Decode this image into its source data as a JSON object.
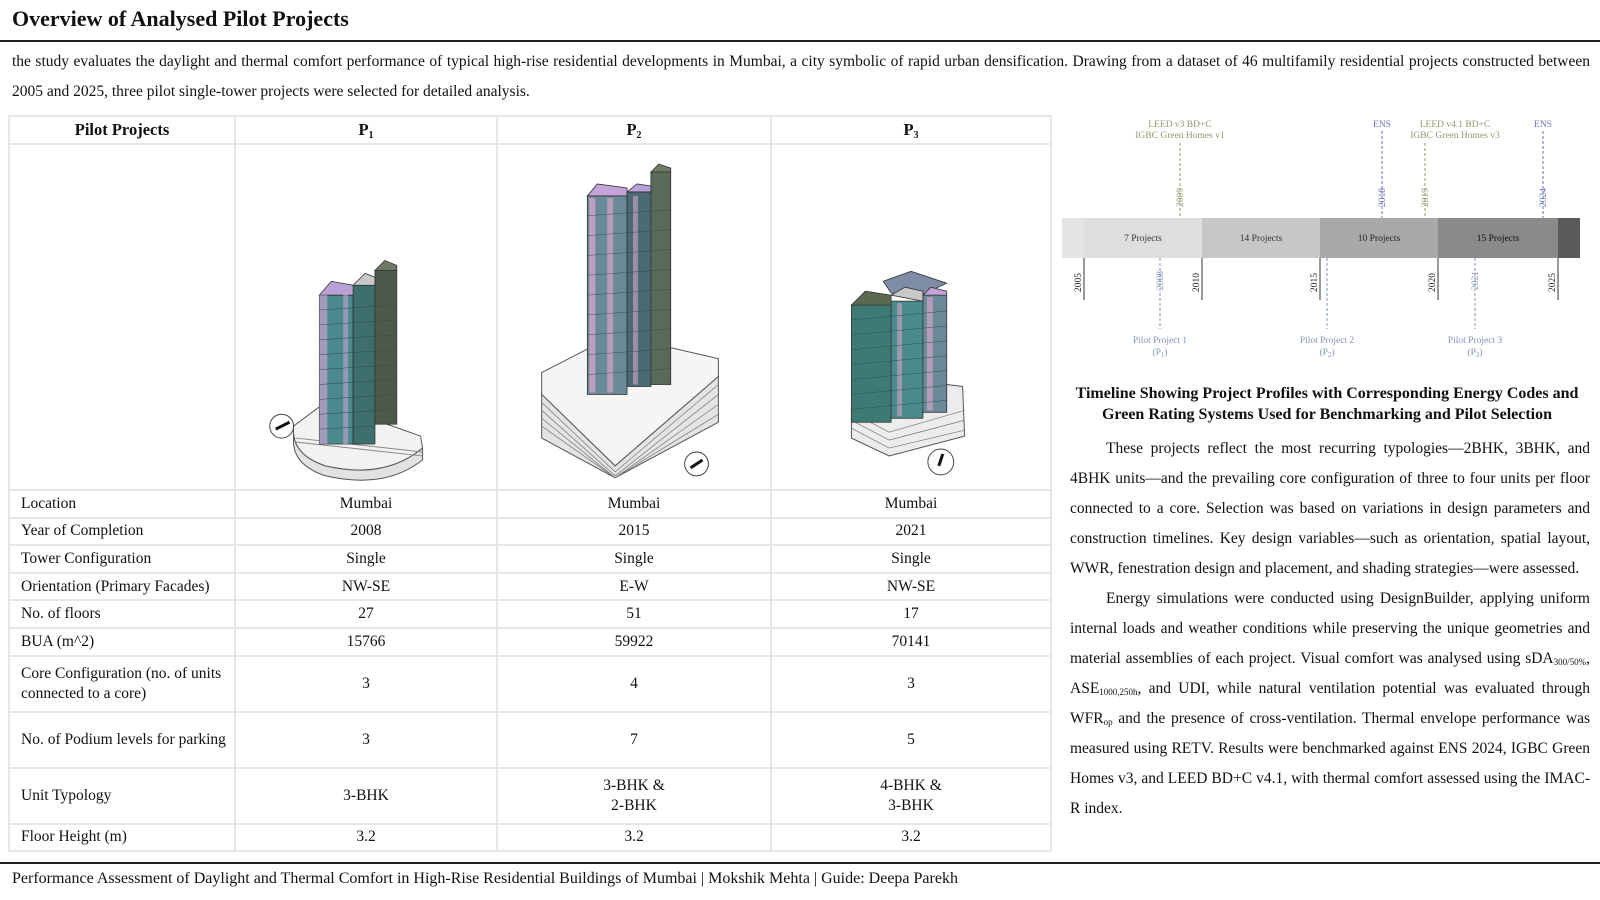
{
  "page": {
    "title": "Overview of Analysed Pilot Projects",
    "intro": "the study evaluates the daylight and thermal comfort performance of typical high-rise residential developments in Mumbai, a city symbolic of rapid urban densification. Drawing from a dataset of 46 multifamily residential projects constructed between 2005 and 2025, three pilot single-tower projects were selected for detailed analysis."
  },
  "table": {
    "header": {
      "label": "Pilot Projects",
      "p1": "P",
      "p1_sub": "1",
      "p2": "P",
      "p2_sub": "2",
      "p3": "P",
      "p3_sub": "3"
    },
    "rows": [
      {
        "label": "Location",
        "p1": "Mumbai",
        "p2": "Mumbai",
        "p3": "Mumbai"
      },
      {
        "label": "Year of Completion",
        "p1": "2008",
        "p2": "2015",
        "p3": "2021"
      },
      {
        "label": "Tower Configuration",
        "p1": "Single",
        "p2": "Single",
        "p3": "Single"
      },
      {
        "label": "Orientation (Primary Facades)",
        "p1": "NW-SE",
        "p2": "E-W",
        "p3": "NW-SE"
      },
      {
        "label": "No. of floors",
        "p1": "27",
        "p2": "51",
        "p3": "17"
      },
      {
        "label": "BUA (m^2)",
        "p1": "15766",
        "p2": "59922",
        "p3": "70141"
      },
      {
        "label": "Core Configuration (no. of units connected to a core)",
        "p1": "3",
        "p2": "4",
        "p3": "3"
      },
      {
        "label": "No. of Podium levels for parking",
        "p1": "3",
        "p2": "7",
        "p3": "5"
      },
      {
        "label": "Unit Typology",
        "p1": "3-BHK",
        "p2_a": "3-BHK &",
        "p2_b": "2-BHK",
        "p3_a": "4-BHK &",
        "p3_b": "3-BHK"
      },
      {
        "label": "Floor Height (m)",
        "p1": "3.2",
        "p2": "3.2",
        "p3": "3.2"
      }
    ]
  },
  "timeline": {
    "codes": {
      "leed_v3": "LEED v3 BD+C",
      "igbc_v1": "IGBC Green Homes v1",
      "ens_2018": "ENS",
      "leed_v41": "LEED v4.1 BD+C",
      "igbc_v3": "IGBC Green Homes v3",
      "ens_2024": "ENS"
    },
    "code_years": {
      "y2009": "2009",
      "y2018": "2018",
      "y2019": "2019",
      "y2024": "2024"
    },
    "segments": [
      "7 Projects",
      "14 Projects",
      "10 Projects",
      "15 Projects"
    ],
    "years": {
      "y2005": "2005",
      "y2010": "2010",
      "y2015": "2015",
      "y2020": "2020",
      "y2025": "2025"
    },
    "pilot_years": {
      "y2008": "2008",
      "y2021": "2021"
    },
    "pilots": [
      {
        "name": "Pilot Project 1",
        "code": "(P",
        "sub": "1",
        "close": ")"
      },
      {
        "name": "Pilot Project 2",
        "code": "(P",
        "sub": "2",
        "close": ")"
      },
      {
        "name": "Pilot Project 3",
        "code": "(P",
        "sub": "3",
        "close": ")"
      }
    ],
    "colors": {
      "green": "#8c9a6a",
      "blue": "#6a72b8",
      "steel": "#7e93b8"
    }
  },
  "caption": "Timeline Showing Project Profiles with Corresponding Energy Codes and Green Rating Systems Used for Benchmarking and Pilot Selection",
  "body": {
    "para1": "These projects reflect the most recurring typologies—2BHK, 3BHK, and 4BHK units—and the prevailing core configuration of three to four units per floor connected to a core. Selection was based on variations in design parameters and construction timelines. Key design variables—such as orientation, spatial layout, WWR, fenestration design and placement, and shading strategies—were assessed.",
    "para2_a": "Energy simulations were conducted using DesignBuilder, applying uniform internal loads and weather conditions while preserving the unique geometries and material assemblies of each project. Visual comfort was analysed using sDA",
    "sda_sub": "300/50%",
    "para2_b": ", ASE",
    "ase_sub": "1000,250h",
    "para2_c": ", and UDI, while natural ventilation potential was evaluated through WFR",
    "wfr_sub": "op",
    "para2_d": " and the presence of cross-ventilation. Thermal envelope performance was measured using RETV. Results were benchmarked against ENS 2024, IGBC Green Homes v3, and LEED BD+C v4.1, with thermal comfort assessed using the IMAC-R index."
  },
  "footer": "Performance Assessment of Daylight and Thermal Comfort in High-Rise Residential Buildings of Mumbai | Mokshik Mehta | Guide: Deepa Parekh"
}
